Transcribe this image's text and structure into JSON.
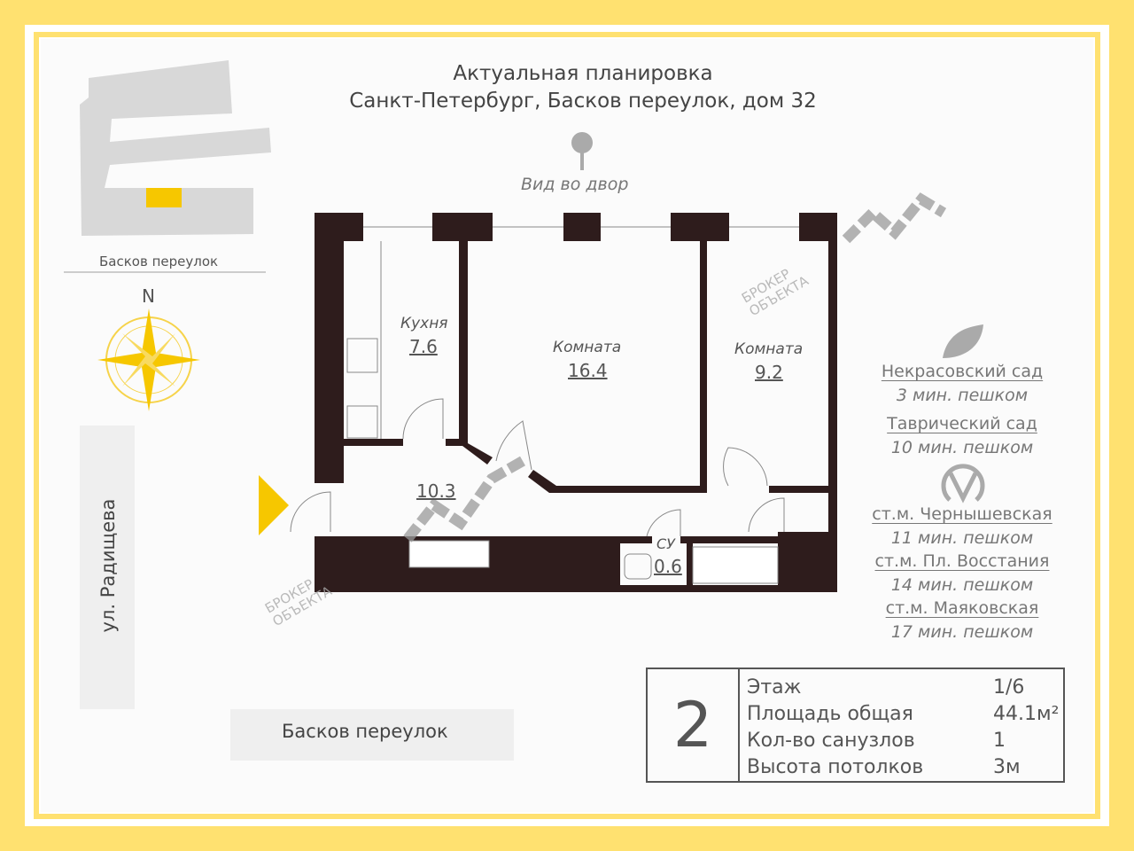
{
  "header": {
    "line1": "Актуальная планировка",
    "line2": "Санкт-Петербург, Басков переулок, дом 32",
    "view": "Вид во двор"
  },
  "map": {
    "street_top": "Басков переулок",
    "north": "N",
    "street_left": "ул. Радищева",
    "street_bottom": "Басков переулок"
  },
  "rooms": [
    {
      "name": "Кухня",
      "area": "7.6"
    },
    {
      "name": "Комната",
      "area": "16.4"
    },
    {
      "name": "Комната",
      "area": "9.2"
    },
    {
      "name": "",
      "area": "10.3"
    },
    {
      "name": "СУ",
      "area": "0.6"
    }
  ],
  "poi": {
    "parks": [
      {
        "name": "Некрасовский сад",
        "time": "3 мин. пешком"
      },
      {
        "name": "Таврический сад",
        "time": "10 мин. пешком"
      }
    ],
    "metro": [
      {
        "name": "ст.м. Чернышевская",
        "time": "11 мин. пешком"
      },
      {
        "name": "ст.м. Пл. Восстания",
        "time": "14 мин. пешком"
      },
      {
        "name": "ст.м. Маяковская",
        "time": "17 мин. пешком"
      }
    ]
  },
  "info": {
    "rooms_count": "2",
    "rows": [
      {
        "label": "Этаж",
        "value": "1/6"
      },
      {
        "label": "Площадь общая",
        "value": "44.1м²"
      },
      {
        "label": "Кол-во санузлов",
        "value": "1"
      },
      {
        "label": "Высота потолков",
        "value": "3м"
      }
    ]
  },
  "watermark": {
    "line1": "БРОКЕР",
    "line2": "ОБЪЕКТА"
  },
  "colors": {
    "accent": "#FFE170",
    "wall": "#2E1C1C",
    "marker": "#F6C700"
  }
}
